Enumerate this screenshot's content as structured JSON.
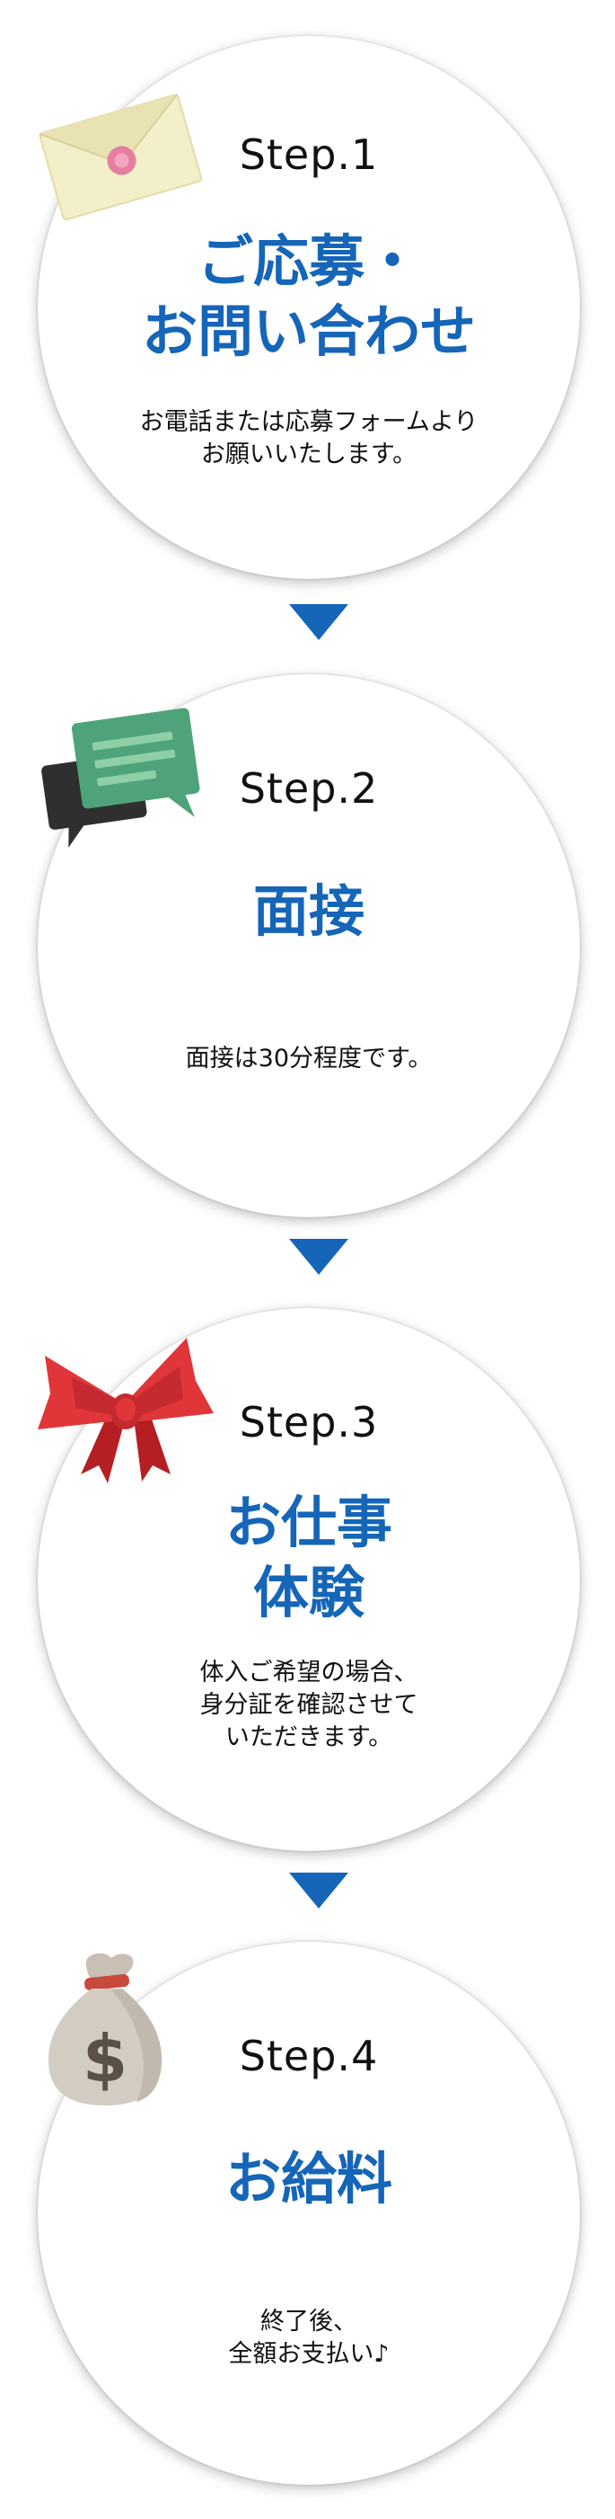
{
  "steps": [
    {
      "label": "Step.1",
      "title_lines": [
        "ご応募・",
        "お問い合わせ"
      ],
      "desc_lines": [
        "お電話または応募フォームより",
        "お願いいたします。"
      ],
      "icon": "envelope-icon"
    },
    {
      "label": "Step.2",
      "title_lines": [
        "面接"
      ],
      "desc_lines": [
        "面接は30分程度です。"
      ],
      "icon": "chat-bubble-icon"
    },
    {
      "label": "Step.3",
      "title_lines": [
        "お仕事",
        "体験"
      ],
      "desc_lines": [
        "体入ご希望の場合、",
        "身分証を確認させて",
        "いただきます。"
      ],
      "icon": "ribbon-bow-icon"
    },
    {
      "label": "Step.4",
      "title_lines": [
        "お給料"
      ],
      "desc_lines": [
        "終了後、",
        "全額お支払い♪"
      ],
      "icon": "money-bag-icon"
    }
  ],
  "colors": {
    "accent": "#1565b8",
    "text": "#111111",
    "circle": "#ffffff"
  }
}
